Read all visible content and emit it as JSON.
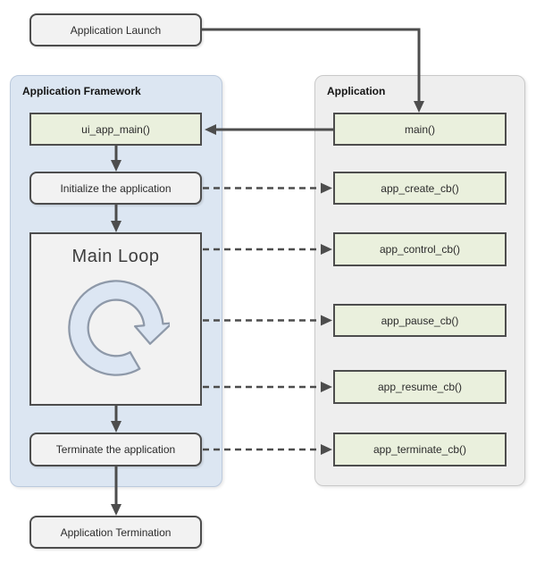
{
  "launch": {
    "label": "Application Launch"
  },
  "termination": {
    "label": "Application Termination"
  },
  "framework_panel": {
    "title": "Application Framework",
    "nodes": {
      "ui_app_main": {
        "label": "ui_app_main()"
      },
      "initialize": {
        "label": "Initialize the application"
      },
      "main_loop": {
        "label": "Main Loop"
      },
      "terminate": {
        "label": "Terminate the application"
      }
    }
  },
  "application_panel": {
    "title": "Application",
    "nodes": {
      "main": {
        "label": "main()"
      },
      "create": {
        "label": "app_create_cb()"
      },
      "control": {
        "label": "app_control_cb()"
      },
      "pause": {
        "label": "app_pause_cb()"
      },
      "resume": {
        "label": "app_resume_cb()"
      },
      "terminate": {
        "label": "app_terminate_cb()"
      }
    }
  },
  "icons": {
    "loop": "circular-clockwise-arrow"
  },
  "colors": {
    "panel_framework_bg": "#dce6f2",
    "panel_framework_border": "#bccadd",
    "panel_application_bg": "#eeeeee",
    "panel_application_border": "#c9c9c9",
    "node_green_bg": "#eaf0dd",
    "node_gray_bg": "#f2f2f2",
    "node_border": "#4d4d4d",
    "arrow": "#4d4d4d",
    "loop_icon_fill": "#dce6f3",
    "loop_icon_stroke": "#8e99a9",
    "text": "#2b2b2b"
  }
}
